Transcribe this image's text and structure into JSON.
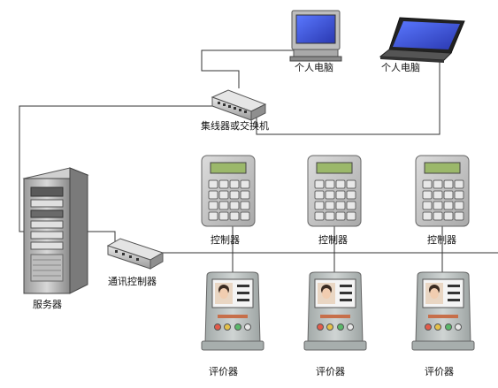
{
  "labels": {
    "pc1": "个人电脑",
    "pc2": "个人电脑",
    "switch": "集线器或交换机",
    "server": "服务器",
    "comm_controller": "通讯控制器",
    "controller_1": "控制器",
    "controller_2": "控制器",
    "controller_3": "控制器",
    "evaluator_1": "评价器",
    "evaluator_2": "评价器",
    "evaluator_3": "评价器"
  },
  "colors": {
    "line": "#333333",
    "device_gray": "#c8c8c8",
    "device_dark": "#6f6f6f",
    "screen_blue": "#3b4fd4",
    "lcd_green": "#9bb86a",
    "button_face": "#e8e8e8",
    "evaluator_body": "#b9c0bf"
  },
  "icons": [
    "desktop-computer-icon",
    "laptop-computer-icon",
    "network-switch-icon",
    "server-tower-icon",
    "comm-controller-icon",
    "keypad-controller-icon",
    "evaluator-terminal-icon"
  ]
}
